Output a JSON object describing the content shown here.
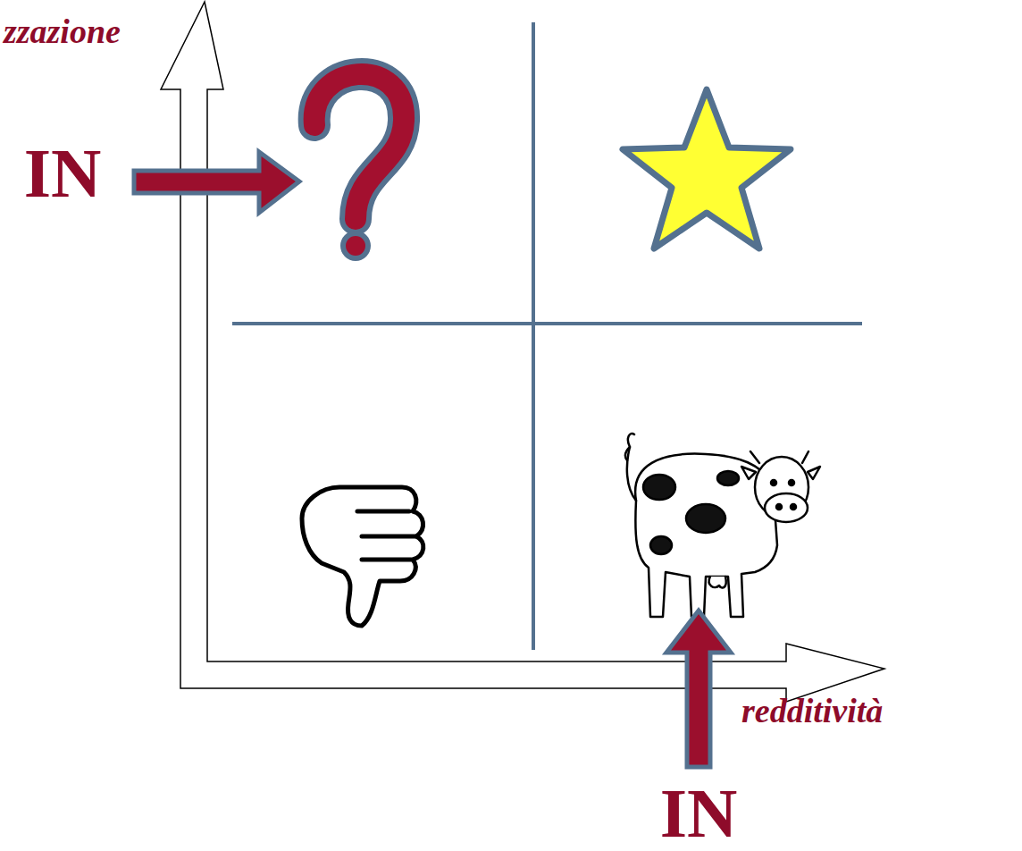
{
  "diagram": {
    "labels": [
      "zzazione",
      "IN",
      "redditività",
      "IN"
    ]
  }
}
